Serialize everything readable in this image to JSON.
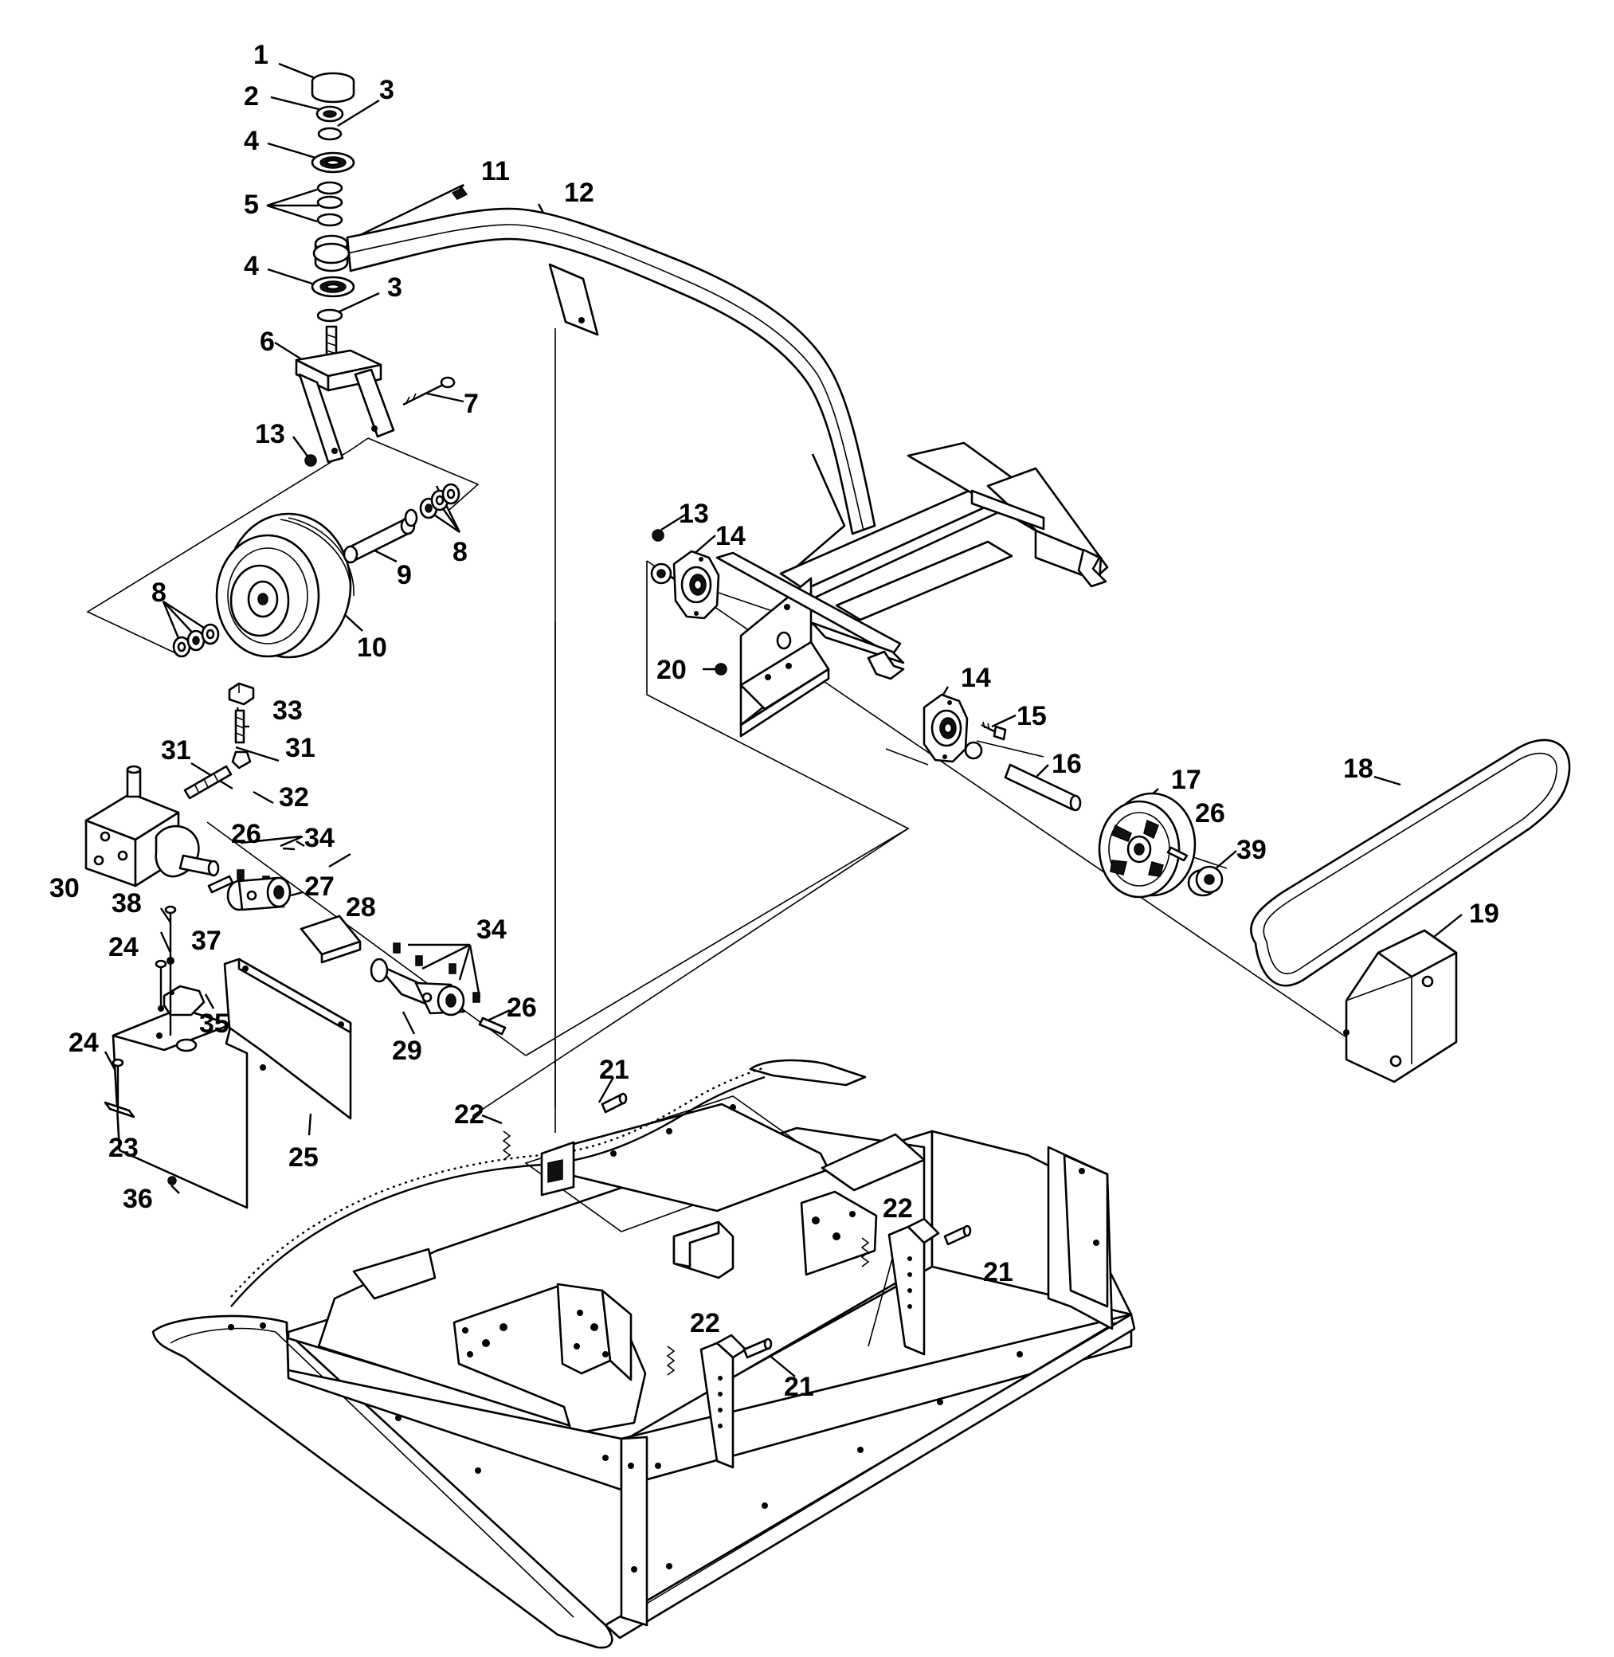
{
  "callouts": [
    {
      "id": "c1",
      "text": "1"
    },
    {
      "id": "c2",
      "text": "2"
    },
    {
      "id": "c3a",
      "text": "3"
    },
    {
      "id": "c4a",
      "text": "4"
    },
    {
      "id": "c5",
      "text": "5"
    },
    {
      "id": "c4b",
      "text": "4"
    },
    {
      "id": "c3b",
      "text": "3"
    },
    {
      "id": "c11",
      "text": "11"
    },
    {
      "id": "c12",
      "text": "12"
    },
    {
      "id": "c6",
      "text": "6"
    },
    {
      "id": "c7",
      "text": "7"
    },
    {
      "id": "c13a",
      "text": "13"
    },
    {
      "id": "c8a",
      "text": "8"
    },
    {
      "id": "c9",
      "text": "9"
    },
    {
      "id": "c8b",
      "text": "8"
    },
    {
      "id": "c10",
      "text": "10"
    },
    {
      "id": "c13b",
      "text": "13"
    },
    {
      "id": "c14a",
      "text": "14"
    },
    {
      "id": "c20",
      "text": "20"
    },
    {
      "id": "c14b",
      "text": "14"
    },
    {
      "id": "c15",
      "text": "15"
    },
    {
      "id": "c16",
      "text": "16"
    },
    {
      "id": "c17",
      "text": "17"
    },
    {
      "id": "c18",
      "text": "18"
    },
    {
      "id": "c26a",
      "text": "26"
    },
    {
      "id": "c39",
      "text": "39"
    },
    {
      "id": "c19",
      "text": "19"
    },
    {
      "id": "c33",
      "text": "33"
    },
    {
      "id": "c31a",
      "text": "31"
    },
    {
      "id": "c31b",
      "text": "31"
    },
    {
      "id": "c32",
      "text": "32"
    },
    {
      "id": "c26b",
      "text": "26"
    },
    {
      "id": "c34a",
      "text": "34"
    },
    {
      "id": "c27",
      "text": "27"
    },
    {
      "id": "c30",
      "text": "30"
    },
    {
      "id": "c38",
      "text": "38"
    },
    {
      "id": "c28",
      "text": "28"
    },
    {
      "id": "c37",
      "text": "37"
    },
    {
      "id": "c24a",
      "text": "24"
    },
    {
      "id": "c34b",
      "text": "34"
    },
    {
      "id": "c35",
      "text": "35"
    },
    {
      "id": "c26c",
      "text": "26"
    },
    {
      "id": "c29",
      "text": "29"
    },
    {
      "id": "c24b",
      "text": "24"
    },
    {
      "id": "c21a",
      "text": "21"
    },
    {
      "id": "c22a",
      "text": "22"
    },
    {
      "id": "c23",
      "text": "23"
    },
    {
      "id": "c25",
      "text": "25"
    },
    {
      "id": "c36",
      "text": "36"
    },
    {
      "id": "c22b",
      "text": "22"
    },
    {
      "id": "c21b",
      "text": "21"
    },
    {
      "id": "c22c",
      "text": "22"
    },
    {
      "id": "c21c",
      "text": "21"
    }
  ]
}
